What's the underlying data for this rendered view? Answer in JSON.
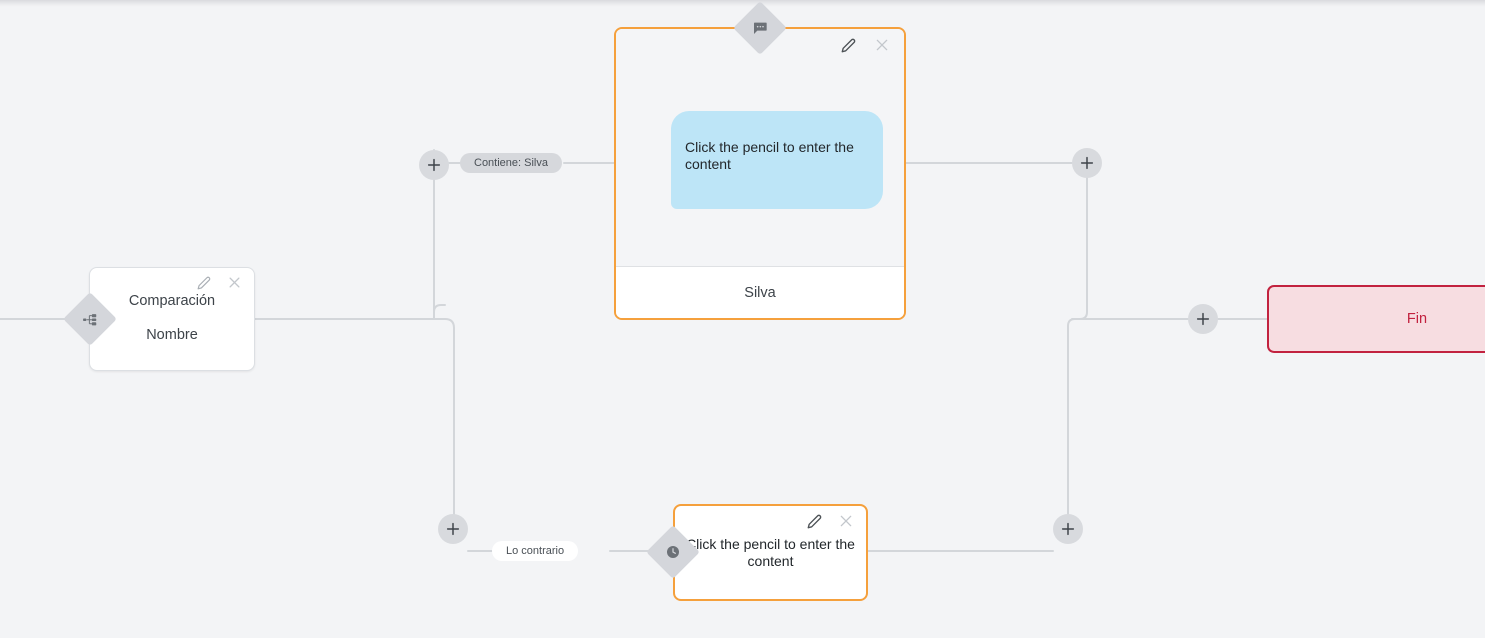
{
  "canvas": {
    "background_color": "#f3f4f6",
    "wire_color": "#d3d6da"
  },
  "nodes": {
    "comparison": {
      "title": "Comparación",
      "subtitle": "Nombre",
      "edit_icon": "pencil-icon",
      "close_icon": "close-icon",
      "handle_icon": "branch-icon",
      "border_color": "#dcdfe3"
    },
    "message": {
      "bubble_text": "Click the pencil to enter the content",
      "footer_text": "Silva",
      "edit_icon": "pencil-icon",
      "close_icon": "close-icon",
      "handle_icon": "comment-icon",
      "border_color": "#f5a03c",
      "bubble_color": "#bde5f7"
    },
    "wait": {
      "text": "Click the pencil to enter the content",
      "edit_icon": "pencil-icon",
      "close_icon": "close-icon",
      "handle_icon": "clock-icon",
      "border_color": "#f5a03c"
    },
    "end": {
      "label": "Fin",
      "border_color": "#c2223f",
      "fill_color": "#f7dde1",
      "text_color": "#c2223f"
    }
  },
  "edge_labels": [
    {
      "id": "contiene",
      "text": "Contiene: Silva",
      "style": "gray"
    },
    {
      "id": "lo-contrario",
      "text": "Lo contrario",
      "style": "white"
    }
  ],
  "add_handles": [
    {
      "id": "add-true-branch",
      "icon": "plus-icon"
    },
    {
      "id": "add-false-branch",
      "icon": "plus-icon"
    },
    {
      "id": "add-after-message",
      "icon": "plus-icon"
    },
    {
      "id": "add-after-wait",
      "icon": "plus-icon"
    },
    {
      "id": "add-before-end",
      "icon": "plus-icon"
    }
  ]
}
